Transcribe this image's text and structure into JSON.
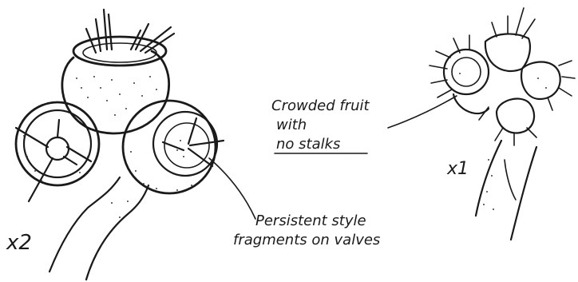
{
  "labels": {
    "crowded_line1": "Crowded fruit",
    "crowded_line2": "with",
    "crowded_line3": "no stalks",
    "scale_right": "x1",
    "scale_left": "x2",
    "persistent_line1": "Persistent style",
    "persistent_line2": "fragments on valves"
  },
  "ink_color": "#1a1a1a"
}
